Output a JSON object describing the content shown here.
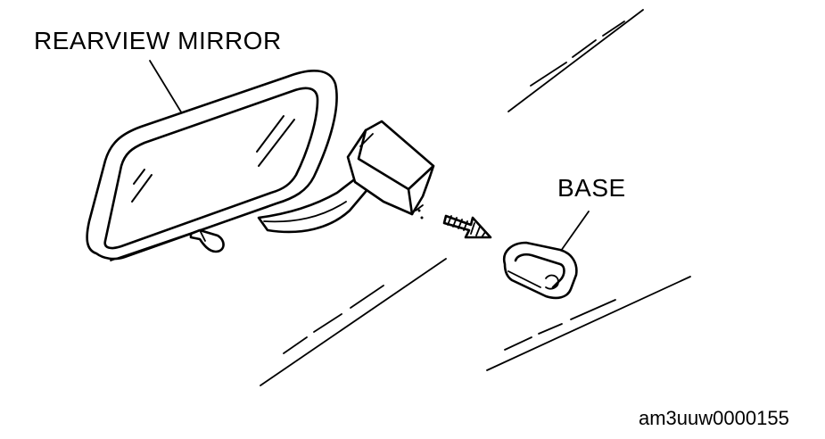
{
  "labels": {
    "rearview_mirror": "REARVIEW MIRROR",
    "base": "BASE",
    "figure_code": "am3uuw0000155"
  },
  "colors": {
    "ink": "#000000",
    "background": "#ffffff"
  },
  "icons": {
    "direction_arrow": "hatched-arrow-icon"
  }
}
